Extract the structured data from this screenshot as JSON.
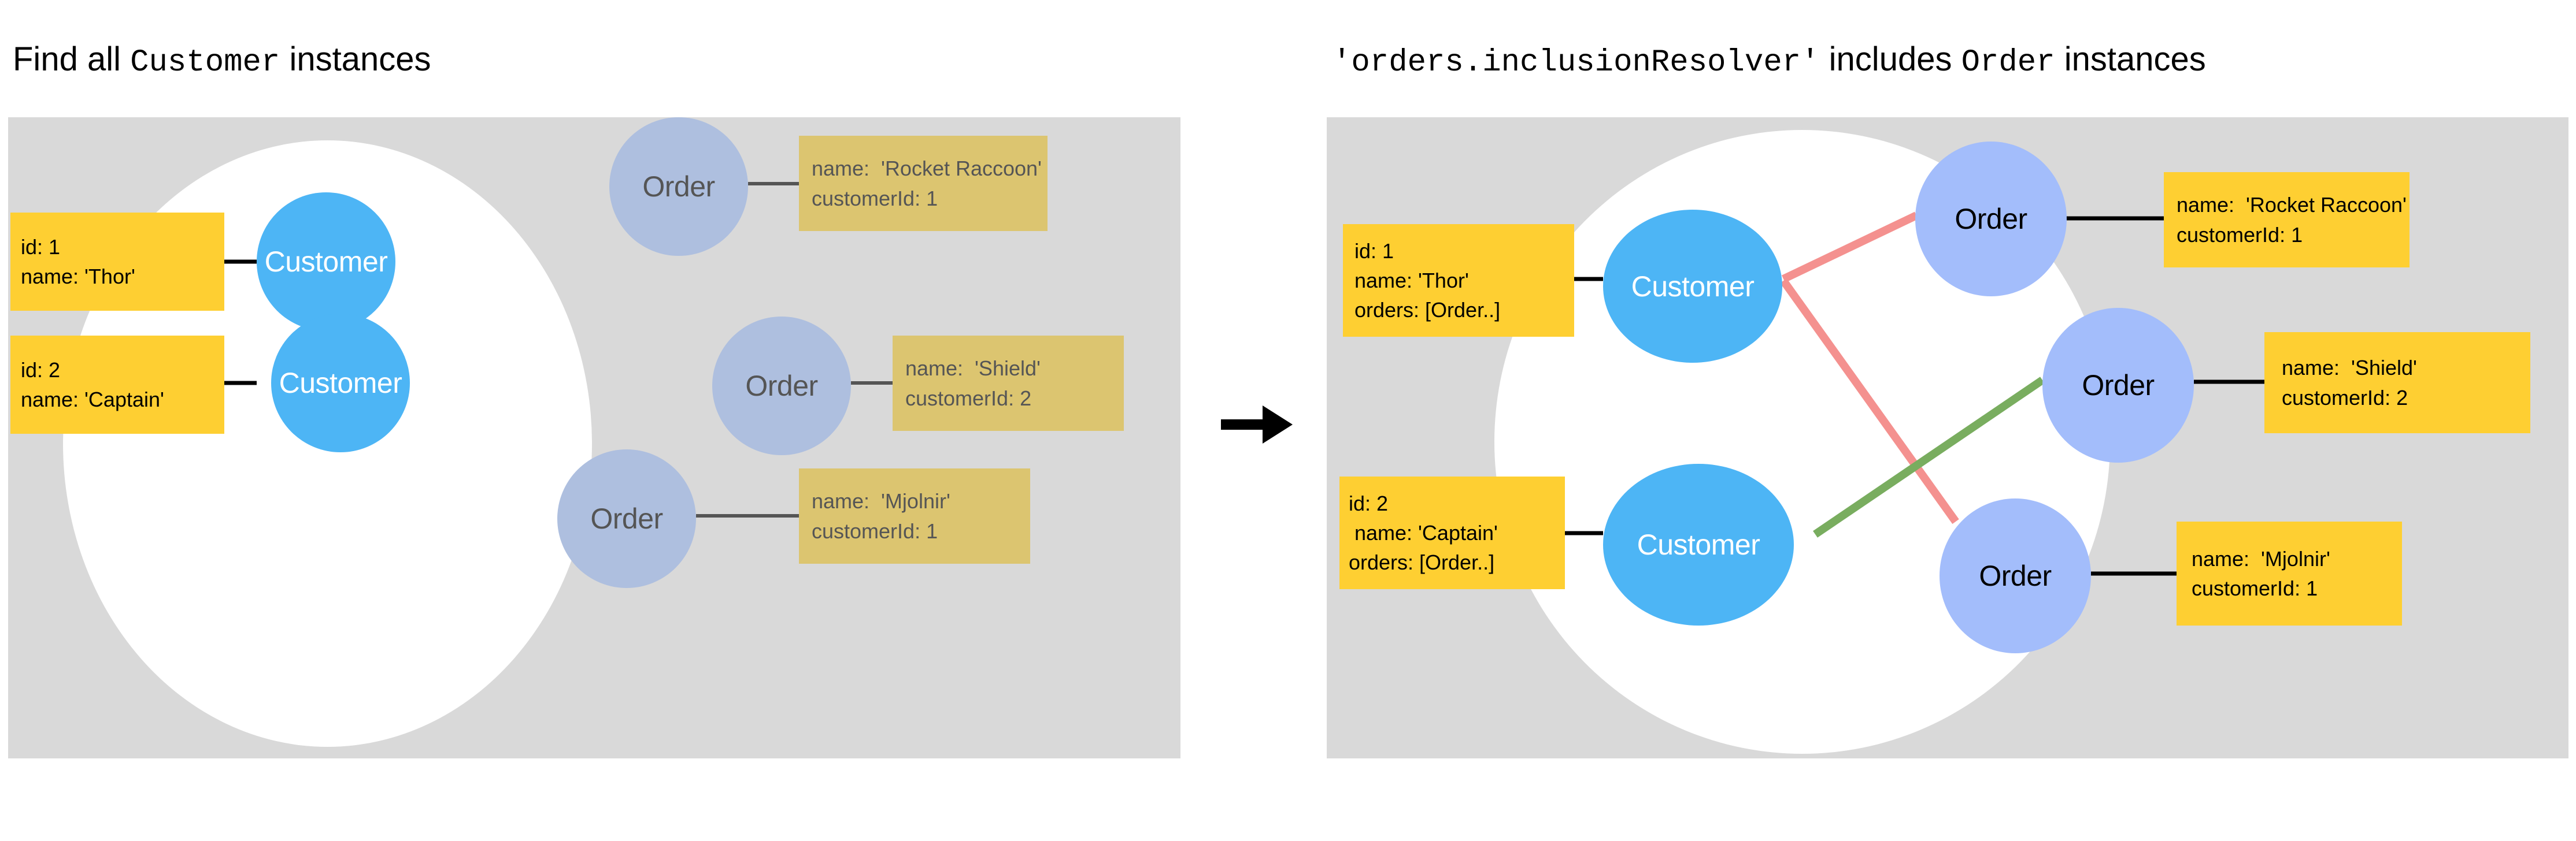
{
  "diagram": {
    "arrow_icon": "right-arrow-icon",
    "colors": {
      "panel_bg": "#d9d9d9",
      "set_bg": "#ffffff",
      "customer_node": "#4db5f5",
      "order_node_inactive": "#aebfdf",
      "order_node_active": "#a3bdfb",
      "attr_box_active": "#fecf32",
      "attr_box_inactive": "#dcc570",
      "edge_red": "#f4918f",
      "edge_green": "#79ad5f",
      "edge_plain": "#000000",
      "text_dim": "#555555",
      "text_strong": "#000000"
    }
  },
  "panels": [
    {
      "id": "find-all-customers",
      "title": {
        "prefix": "Find all ",
        "code": "Customer",
        "suffix": " instances"
      },
      "customers": [
        {
          "node_label": "Customer",
          "attrs": [
            "id: 1",
            "name: 'Thor'"
          ]
        },
        {
          "node_label": "Customer",
          "attrs": [
            "id: 2",
            "name: 'Captain'"
          ]
        }
      ],
      "orders": [
        {
          "node_label": "Order",
          "attrs": [
            "name:  'Rocket Raccoon'",
            "customerId: 1"
          ]
        },
        {
          "node_label": "Order",
          "attrs": [
            "name:  'Shield'",
            "customerId: 2"
          ]
        },
        {
          "node_label": "Order",
          "attrs": [
            "name:  'Mjolnir'",
            "customerId: 1"
          ]
        }
      ]
    },
    {
      "id": "orders-inclusion-resolver",
      "title": {
        "prefix": "",
        "code": "'orders.inclusionResolver'",
        "middle": "  includes ",
        "code2": "Order",
        "suffix": " instances"
      },
      "customers": [
        {
          "node_label": "Customer",
          "attrs": [
            "id: 1",
            "name: 'Thor'",
            "orders: [Order..]"
          ]
        },
        {
          "node_label": "Customer",
          "attrs": [
            "id: 2",
            " name: 'Captain'",
            "orders: [Order..]"
          ]
        }
      ],
      "orders": [
        {
          "node_label": "Order",
          "attrs": [
            "name:  'Rocket Raccoon'",
            "customerId: 1"
          ]
        },
        {
          "node_label": "Order",
          "attrs": [
            "name:  'Shield'",
            "customerId: 2"
          ]
        },
        {
          "node_label": "Order",
          "attrs": [
            "name:  'Mjolnir'",
            "customerId: 1"
          ]
        }
      ],
      "relations": [
        {
          "from": "customer-1",
          "to": "order-1",
          "color": "#f4918f"
        },
        {
          "from": "customer-1",
          "to": "order-3",
          "color": "#f4918f"
        },
        {
          "from": "customer-2",
          "to": "order-2",
          "color": "#79ad5f"
        }
      ]
    }
  ]
}
